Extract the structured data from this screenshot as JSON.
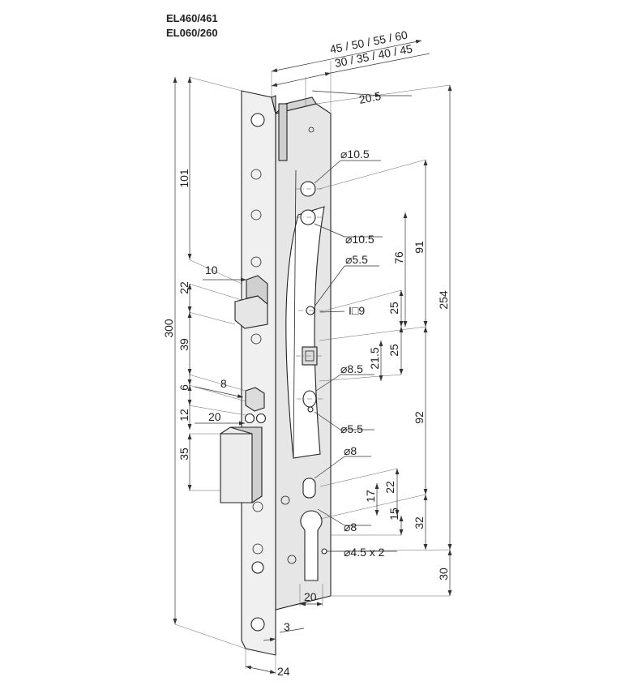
{
  "titles": [
    "EL460/461",
    "EL060/260"
  ],
  "dims": {
    "faceplate_widths": "45 / 50 / 55 / 60",
    "backset_values": "30 / 35 / 40 / 45",
    "d_20_5": "20.5",
    "d_10_5_top": "⌀10.5",
    "d_10_5_bottom": "⌀10.5",
    "d_5_5_top": "⌀5.5",
    "d_square_9": "I□9",
    "d_8_5": "⌀8.5",
    "d_5_5_bottom": "⌀5.5",
    "d_8_top": "⌀8",
    "d_8_bottom": "⌀8",
    "d_4_5x2": "⌀4.5 x 2",
    "v_101": "101",
    "v_22_top": "22",
    "v_39": "39",
    "v_300": "300",
    "v_6": "6",
    "v_12": "12",
    "v_35": "35",
    "h_10": "10",
    "h_8": "8",
    "h_20_left": "20",
    "h_20_bottom": "20",
    "h_3": "3",
    "h_24": "24",
    "v_76": "76",
    "v_91": "91",
    "v_25_a": "25",
    "v_25_b": "25",
    "v_21_5": "21.5",
    "v_254": "254",
    "v_92": "92",
    "v_17": "17",
    "v_22_right": "22",
    "v_15": "15",
    "v_32": "32",
    "v_30": "30"
  },
  "colors": {
    "metal": "#e9e9e9",
    "metal_dark": "#bdbdbd",
    "line": "#222222"
  }
}
